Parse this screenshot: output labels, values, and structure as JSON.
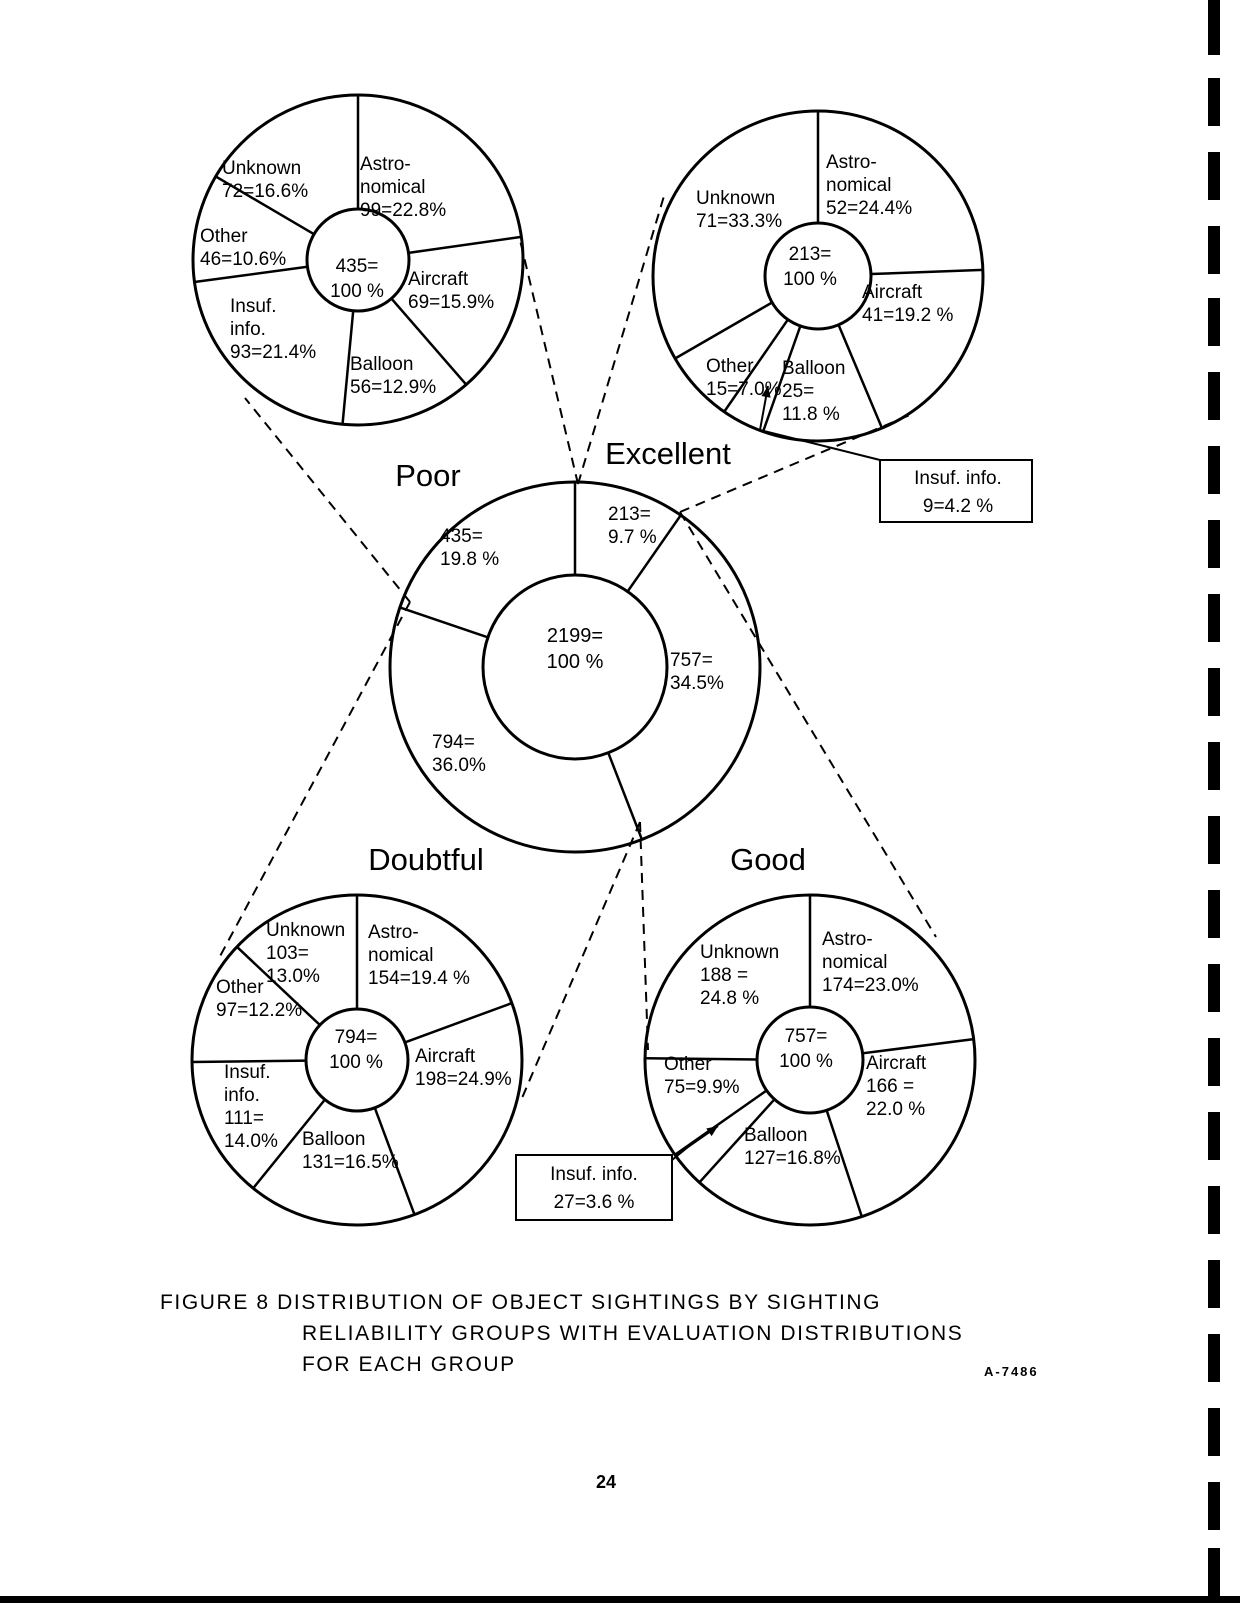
{
  "chart_data": [
    {
      "type": "pie",
      "id": "overall",
      "center_label": [
        "2199=",
        "100 %"
      ],
      "slices": [
        {
          "name": "Excellent",
          "value": 213,
          "label": [
            "213=",
            "9.7 %"
          ]
        },
        {
          "name": "Good",
          "value": 757,
          "label": [
            "757=",
            "34.5%"
          ]
        },
        {
          "name": "Doubtful",
          "value": 794,
          "label": [
            "794=",
            "36.0%"
          ]
        },
        {
          "name": "Poor",
          "value": 435,
          "label": [
            "435=",
            "19.8 %"
          ]
        }
      ]
    },
    {
      "type": "pie",
      "id": "poor",
      "title": "Poor",
      "center_label": [
        "435=",
        "100 %"
      ],
      "slices": [
        {
          "name": "Astronomical",
          "value": 99,
          "label": [
            "Astro-",
            "nomical",
            "99=22.8%"
          ]
        },
        {
          "name": "Aircraft",
          "value": 69,
          "label": [
            "Aircraft",
            "69=15.9%"
          ]
        },
        {
          "name": "Balloon",
          "value": 56,
          "label": [
            "Balloon",
            "56=12.9%"
          ]
        },
        {
          "name": "Insuf. info.",
          "value": 93,
          "label": [
            "Insuf.",
            "info.",
            "93=21.4%"
          ]
        },
        {
          "name": "Other",
          "value": 46,
          "label": [
            "Other",
            "46=10.6%"
          ]
        },
        {
          "name": "Unknown",
          "value": 72,
          "label": [
            "Unknown",
            "72=16.6%"
          ]
        }
      ]
    },
    {
      "type": "pie",
      "id": "excellent",
      "title": "Excellent",
      "center_label": [
        "213=",
        "100 %"
      ],
      "slices": [
        {
          "name": "Astronomical",
          "value": 52,
          "label": [
            "Astro-",
            "nomical",
            "52=24.4%"
          ]
        },
        {
          "name": "Aircraft",
          "value": 41,
          "label": [
            "Aircraft",
            "41=19.2 %"
          ]
        },
        {
          "name": "Balloon",
          "value": 25,
          "label": [
            "Balloon",
            "25=",
            "11.8 %"
          ]
        },
        {
          "name": "Insuf. info.",
          "value": 9,
          "label": []
        },
        {
          "name": "Other",
          "value": 15,
          "label": [
            "Other",
            "15=7.0%"
          ]
        },
        {
          "name": "Unknown",
          "value": 71,
          "label": [
            "Unknown",
            "71=33.3%"
          ]
        }
      ],
      "callout": [
        "Insuf. info.",
        "9=4.2 %"
      ]
    },
    {
      "type": "pie",
      "id": "doubtful",
      "title": "Doubtful",
      "center_label": [
        "794=",
        "100 %"
      ],
      "slices": [
        {
          "name": "Astronomical",
          "value": 154,
          "label": [
            "Astro-",
            "nomical",
            "154=19.4 %"
          ]
        },
        {
          "name": "Aircraft",
          "value": 198,
          "label": [
            "Aircraft",
            "198=24.9%"
          ]
        },
        {
          "name": "Balloon",
          "value": 131,
          "label": [
            "Balloon",
            "131=16.5%"
          ]
        },
        {
          "name": "Insuf. info.",
          "value": 111,
          "label": [
            "Insuf.",
            "info.",
            "111=",
            "14.0%"
          ]
        },
        {
          "name": "Other",
          "value": 97,
          "label": [
            "Other",
            "97=12.2%"
          ]
        },
        {
          "name": "Unknown",
          "value": 103,
          "label": [
            "Unknown",
            "103=",
            "13.0%"
          ]
        }
      ]
    },
    {
      "type": "pie",
      "id": "good",
      "title": "Good",
      "center_label": [
        "757=",
        "100 %"
      ],
      "slices": [
        {
          "name": "Astronomical",
          "value": 174,
          "label": [
            "Astro-",
            "nomical",
            "174=23.0%"
          ]
        },
        {
          "name": "Aircraft",
          "value": 166,
          "label": [
            "Aircraft",
            "166 =",
            "22.0 %"
          ]
        },
        {
          "name": "Balloon",
          "value": 127,
          "label": [
            "Balloon",
            "127=16.8%"
          ]
        },
        {
          "name": "Insuf. info.",
          "value": 27,
          "label": []
        },
        {
          "name": "Other",
          "value": 75,
          "label": [
            "Other",
            "75=9.9%"
          ]
        },
        {
          "name": "Unknown",
          "value": 188,
          "label": [
            "Unknown",
            "188 =",
            "24.8 %"
          ]
        }
      ],
      "callout": [
        "Insuf. info.",
        "27=3.6 %"
      ]
    }
  ],
  "caption": {
    "line1": "FIGURE 8 DISTRIBUTION OF OBJECT SIGHTINGS BY SIGHTING",
    "line2": "RELIABILITY GROUPS WITH EVALUATION DISTRIBUTIONS",
    "line3": "FOR EACH GROUP"
  },
  "figure_code": "A-7486",
  "page_number": "24"
}
